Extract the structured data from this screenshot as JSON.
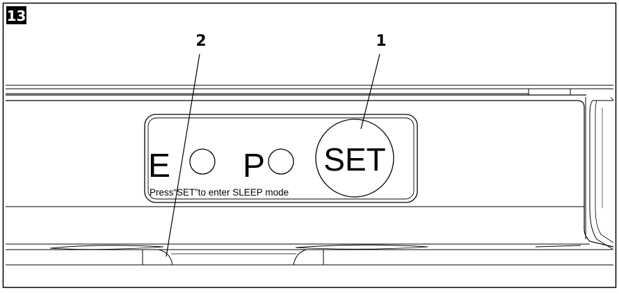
{
  "figure": {
    "number": "13"
  },
  "callouts": {
    "one": "1",
    "two": "2"
  },
  "panel": {
    "e_label": "E",
    "p_label": "P",
    "set_label": "SET",
    "instruction": "Press“SET”to enter SLEEP mode"
  },
  "colors": {
    "ink": "#000000",
    "paper": "#ffffff",
    "fig_bg": "#000000"
  }
}
